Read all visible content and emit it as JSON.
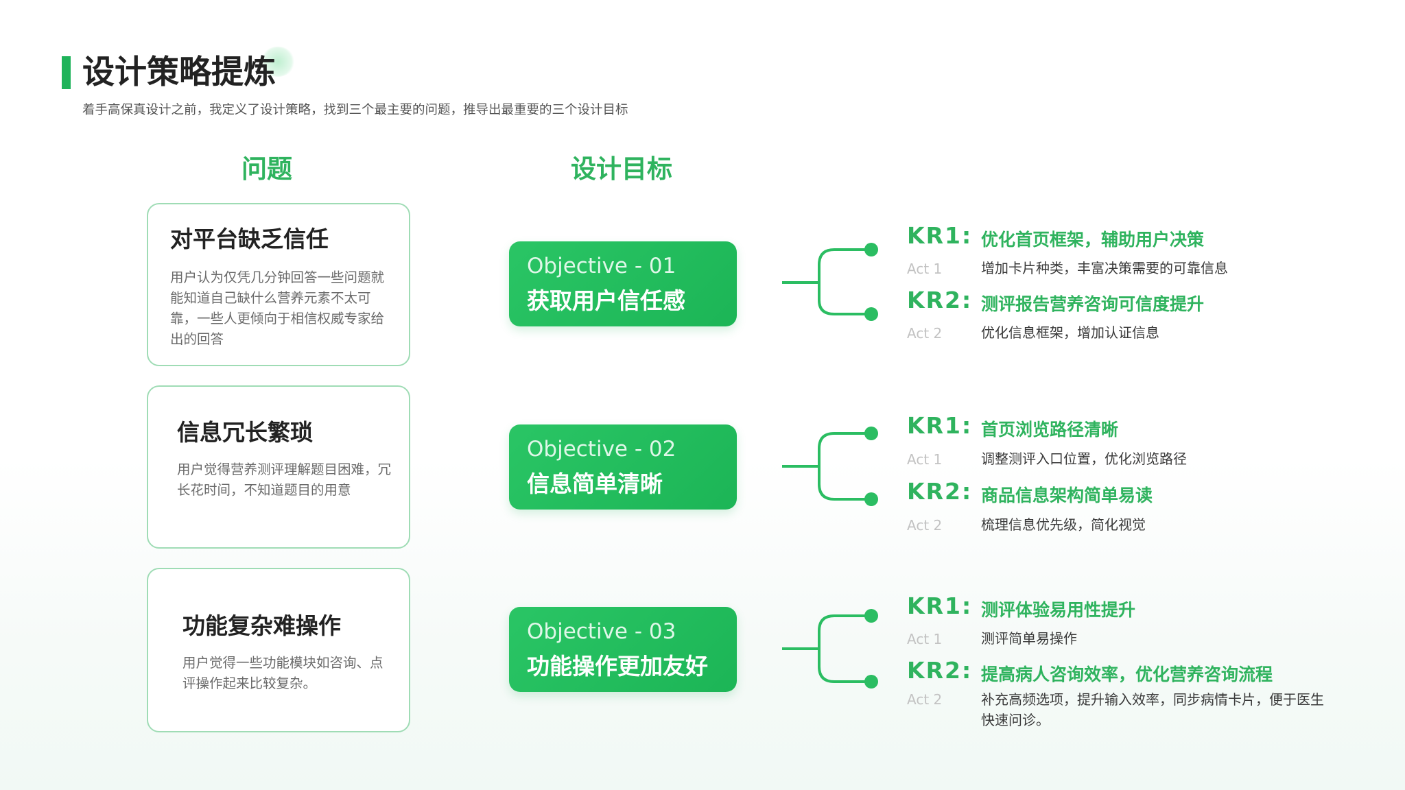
{
  "header": {
    "title": "设计策略提炼",
    "subtitle": "着手高保真设计之前，我定义了设计策略，找到三个最主要的问题，推导出最重要的三个设计目标"
  },
  "columns": {
    "problems": "问题",
    "goals": "设计目标"
  },
  "problems": [
    {
      "title": "对平台缺乏信任",
      "desc": "用户认为仅凭几分钟回答一些问题就能知道自己缺什么营养元素不太可靠，一些人更倾向于相信权威专家给出的回答"
    },
    {
      "title": "信息冗长繁琐",
      "desc": "用户觉得营养测评理解题目困难，冗长花时间，不知道题目的用意"
    },
    {
      "title": "功能复杂难操作",
      "desc": "用户觉得一些功能模块如咨询、点评操作起来比较复杂。"
    }
  ],
  "objectives": [
    {
      "label": "Objective - 01",
      "title": "获取用户信任感",
      "krs": [
        {
          "tag": "KR1:",
          "text": "优化首页框架，辅助用户决策",
          "act_tag": "Act 1",
          "act": "增加卡片种类，丰富决策需要的可靠信息"
        },
        {
          "tag": "KR2:",
          "text": "测评报告营养咨询可信度提升",
          "act_tag": "Act 2",
          "act": "优化信息框架，增加认证信息"
        }
      ]
    },
    {
      "label": "Objective - 02",
      "title": "信息简单清晰",
      "krs": [
        {
          "tag": "KR1:",
          "text": "首页浏览路径清晰",
          "act_tag": "Act 1",
          "act": "调整测评入口位置，优化浏览路径"
        },
        {
          "tag": "KR2:",
          "text": "商品信息架构简单易读",
          "act_tag": "Act 2",
          "act": "梳理信息优先级，简化视觉"
        }
      ]
    },
    {
      "label": "Objective - 03",
      "title": "功能操作更加友好",
      "krs": [
        {
          "tag": "KR1:",
          "text": "测评体验易用性提升",
          "act_tag": "Act 1",
          "act": "测评简单易操作"
        },
        {
          "tag": "KR2:",
          "text": "提高病人咨询效率，优化营养咨询流程",
          "act_tag": "Act 2",
          "act": "补充高频选项，提升输入效率，同步病情卡片，便于医生快速问诊。"
        }
      ]
    }
  ],
  "colors": {
    "accent": "#1fb35a",
    "text_green": "#2fb35e",
    "card_border": "#9fdcb5"
  }
}
